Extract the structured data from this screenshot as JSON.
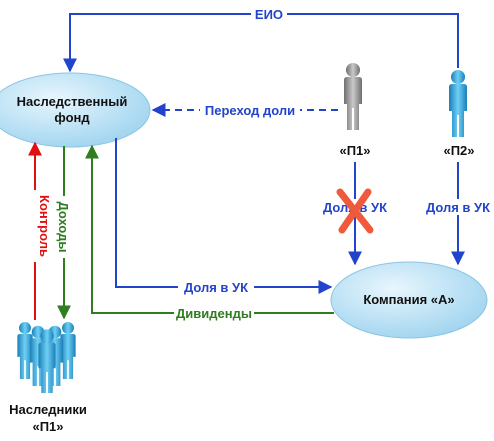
{
  "nodes": {
    "fund": {
      "line1": "Наследственный",
      "line2": "фонд"
    },
    "company": {
      "label": "Компания «А»"
    },
    "p1": {
      "label": "«П1»"
    },
    "p2": {
      "label": "«П2»"
    },
    "heirs": {
      "line1": "Наследники",
      "line2": "«П1»"
    }
  },
  "edges": {
    "eio": "ЕИО",
    "transfer": "Переход доли",
    "p1_share": "Доля в УК",
    "p2_share": "Доля в УК",
    "fund_share": "Доля в УК",
    "dividends": "Дивиденды",
    "control": "Контроль",
    "income": "Доходы"
  },
  "colors": {
    "blue": "#2244cc",
    "green": "#2e7d1e",
    "red": "#e01010",
    "node_fill": "#bfe3f5",
    "cross": "#f05a3c"
  }
}
